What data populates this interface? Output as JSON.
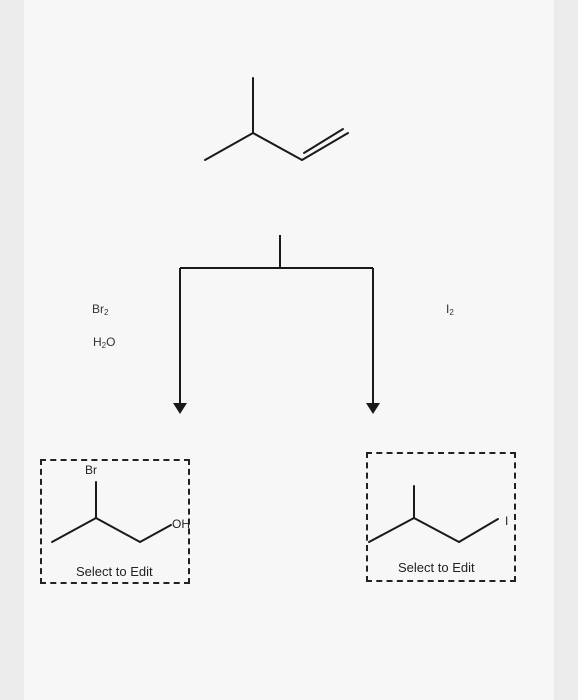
{
  "reagents": {
    "left_reagent_1": "Br",
    "left_reagent_1_sub": "2",
    "left_reagent_2_pre": "H",
    "left_reagent_2_sub": "2",
    "left_reagent_2_post": "O",
    "right_reagent_pre": "I",
    "right_reagent_sub": "2"
  },
  "left_product": {
    "atom_top": "Br",
    "atom_right": "OH",
    "edit_label": "Select to Edit"
  },
  "right_product": {
    "atom_right": "I",
    "edit_label": "Select to Edit"
  },
  "colors": {
    "page_background": "#ebebeb",
    "panel_background": "#f7f7f7",
    "line": "#1a1a1a"
  }
}
